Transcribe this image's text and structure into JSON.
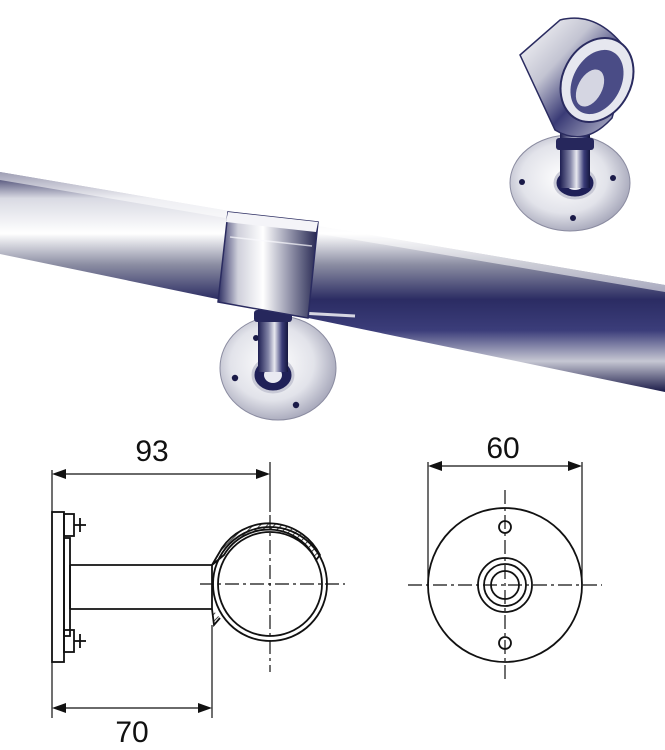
{
  "photo": {
    "subject": "stainless-steel-handrail-bracket"
  },
  "drawing": {
    "side_view": {
      "overall_length_label": "93",
      "stem_length_label": "70"
    },
    "front_view": {
      "flange_diameter_label": "60"
    }
  },
  "colors": {
    "line": "#111111",
    "steel_light": "#f2f2f6",
    "steel_mid": "#a9aab8",
    "steel_dark": "#1a1a55"
  }
}
